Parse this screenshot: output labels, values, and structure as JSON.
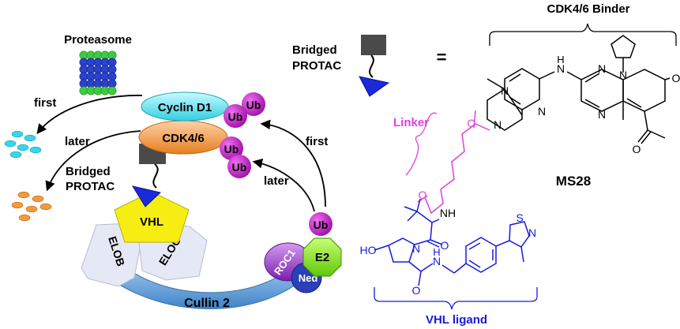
{
  "labels": {
    "proteasome": "Proteasome",
    "cyclin_d1": "Cyclin D1",
    "cdk46": "CDK4/6",
    "first_left": "first",
    "later_left": "later",
    "bridged_left_1": "Bridged",
    "bridged_left_2": "PROTAC",
    "vhl": "VHL",
    "elob": "ELOB",
    "eloc": "ELOC",
    "roc1": "ROC1",
    "e2": "E2",
    "ned": "Ned",
    "cullin": "Cullin 2",
    "ub": "Ub",
    "first_right": "first",
    "later_right": "later",
    "bridged_top_1": "Bridged",
    "bridged_top_2": "PROTAC",
    "equals": "=",
    "binder": "CDK4/6 Binder",
    "linker": "Linker",
    "compound": "MS28",
    "vhl_ligand": "VHL ligand"
  },
  "atoms": {
    "N": "N",
    "O": "O",
    "H": "H",
    "S": "S",
    "NH": "NH",
    "HO": "HO"
  },
  "colors": {
    "black": "#000000",
    "linker": "#e040e0",
    "vhl_ligand": "#1a1adc",
    "cyclin": "#5de7f2",
    "cdk": "#f29a3f",
    "ub": "#c018c0",
    "vhl": "#f7ee0e",
    "e2": "#8bec16",
    "roc1": "#9a34c6",
    "ned": "#2b3fb6",
    "cullin": "#5fa0dc",
    "elo": "#e6e8f4",
    "warhead": "#1a2ad8",
    "tag": "#4a4a4a"
  }
}
